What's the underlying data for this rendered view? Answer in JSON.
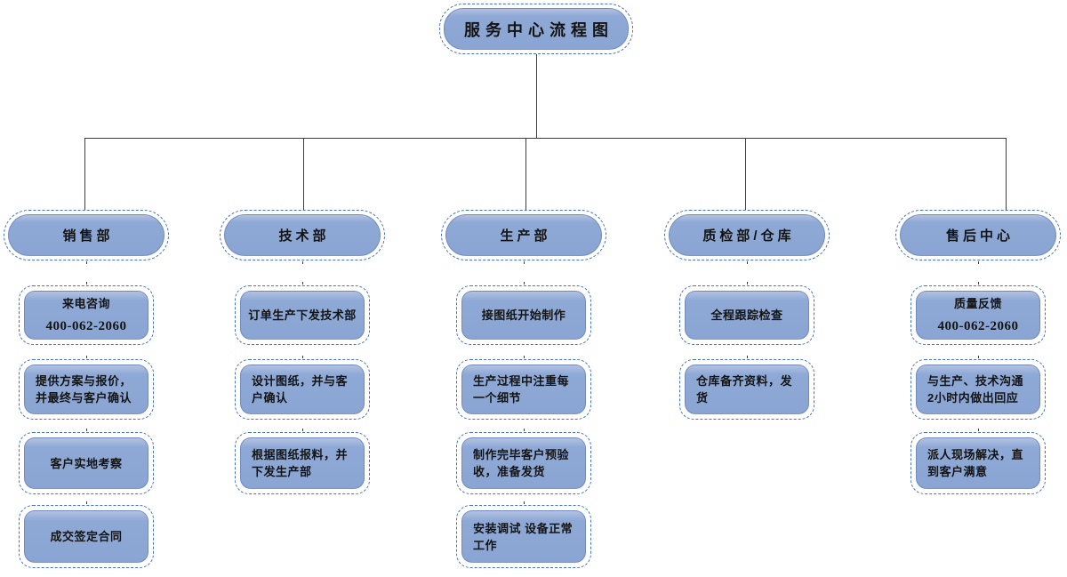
{
  "page": {
    "background": "#ffffff"
  },
  "colors": {
    "box_fill": "#8fa9d6",
    "box_highlight": "#b2c2e2",
    "dashed_border": "#4472c4",
    "connector": "#3d3d3d",
    "text": "#141414"
  },
  "flowchart": {
    "title": "服务中心流程图",
    "departments": [
      {
        "label": "销售部",
        "children": [
          {
            "lines": [
              "来电咨询",
              "400-062-2060"
            ],
            "align": "center"
          },
          {
            "lines": [
              "提供方案与报价，并最终与客户确认"
            ],
            "align": "left"
          },
          {
            "lines": [
              "客户实地考察"
            ],
            "align": "center"
          },
          {
            "lines": [
              "成交签定合同"
            ],
            "align": "center"
          }
        ]
      },
      {
        "label": "技术部",
        "children": [
          {
            "lines": [
              "订单生产下发技术部"
            ],
            "align": "center"
          },
          {
            "lines": [
              "设计图纸，并与客户确认"
            ],
            "align": "left"
          },
          {
            "lines": [
              "根据图纸报料，并下发生产部"
            ],
            "align": "left"
          }
        ]
      },
      {
        "label": "生产部",
        "children": [
          {
            "lines": [
              "接图纸开始制作"
            ],
            "align": "center"
          },
          {
            "lines": [
              "生产过程中注重每一个细节"
            ],
            "align": "left"
          },
          {
            "lines": [
              "制作完毕客户预验收，准备发货"
            ],
            "align": "left"
          },
          {
            "lines": [
              "安装调试 设备正常工作"
            ],
            "align": "left"
          }
        ]
      },
      {
        "label": "质检部/仓库",
        "children": [
          {
            "lines": [
              "全程跟踪检查"
            ],
            "align": "center"
          },
          {
            "lines": [
              "仓库备齐资料，发货"
            ],
            "align": "left"
          }
        ]
      },
      {
        "label": "售后中心",
        "children": [
          {
            "lines": [
              "质量反馈",
              "400-062-2060"
            ],
            "align": "center"
          },
          {
            "lines": [
              "与生产、技术沟通2小时内做出回应"
            ],
            "align": "left"
          },
          {
            "lines": [
              "派人现场解决，直到客户满意"
            ],
            "align": "left"
          }
        ]
      }
    ]
  }
}
